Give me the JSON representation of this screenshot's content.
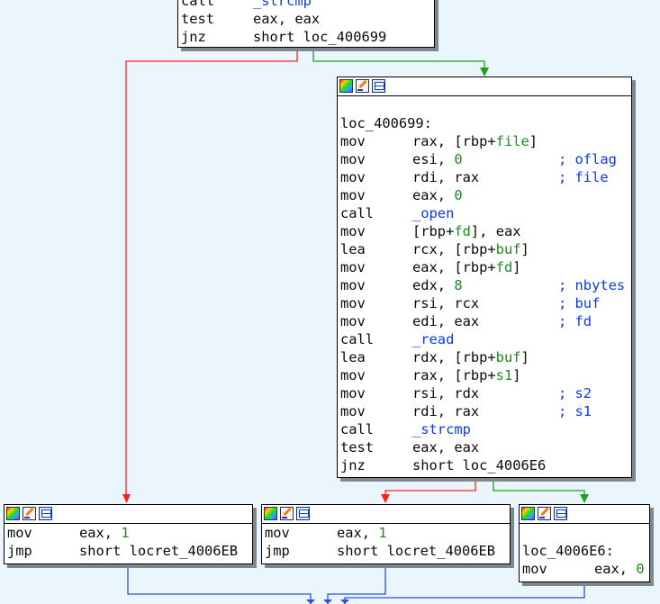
{
  "colors": {
    "background": "#eaf6fb",
    "edge_false": "#ff2020",
    "edge_true": "#1ea21e",
    "edge_normal": "#2a52d8",
    "name_green": "#1f8a1f",
    "name_blue": "#0b3be0"
  },
  "header_icons": [
    "color-palette-icon",
    "rename-icon",
    "graph-overview-icon"
  ],
  "blocks": {
    "top": {
      "lines": [
        {
          "mnemonic": "call",
          "ops": [
            {
              "t": "_strcmp",
              "k": "fn"
            }
          ]
        },
        {
          "mnemonic": "test",
          "ops": [
            {
              "t": "eax, eax",
              "k": "plain"
            }
          ]
        },
        {
          "mnemonic": "jnz",
          "ops": [
            {
              "t": "short loc_400699",
              "k": "plain"
            }
          ]
        }
      ]
    },
    "mid": {
      "label": "loc_400699:",
      "lines": [
        {
          "mnemonic": "mov",
          "ops": [
            {
              "t": "rax, [rbp+",
              "k": "plain"
            },
            {
              "t": "file",
              "k": "var"
            },
            {
              "t": "]",
              "k": "plain"
            }
          ]
        },
        {
          "mnemonic": "mov",
          "ops": [
            {
              "t": "esi, ",
              "k": "plain"
            },
            {
              "t": "0",
              "k": "num"
            }
          ],
          "comment": "; oflag"
        },
        {
          "mnemonic": "mov",
          "ops": [
            {
              "t": "rdi, rax",
              "k": "plain"
            }
          ],
          "comment": "; file"
        },
        {
          "mnemonic": "mov",
          "ops": [
            {
              "t": "eax, ",
              "k": "plain"
            },
            {
              "t": "0",
              "k": "num"
            }
          ]
        },
        {
          "mnemonic": "call",
          "ops": [
            {
              "t": "_open",
              "k": "fn"
            }
          ]
        },
        {
          "mnemonic": "mov",
          "ops": [
            {
              "t": "[rbp+",
              "k": "plain"
            },
            {
              "t": "fd",
              "k": "var"
            },
            {
              "t": "], eax",
              "k": "plain"
            }
          ]
        },
        {
          "mnemonic": "lea",
          "ops": [
            {
              "t": "rcx, [rbp+",
              "k": "plain"
            },
            {
              "t": "buf",
              "k": "var"
            },
            {
              "t": "]",
              "k": "plain"
            }
          ]
        },
        {
          "mnemonic": "mov",
          "ops": [
            {
              "t": "eax, [rbp+",
              "k": "plain"
            },
            {
              "t": "fd",
              "k": "var"
            },
            {
              "t": "]",
              "k": "plain"
            }
          ]
        },
        {
          "mnemonic": "mov",
          "ops": [
            {
              "t": "edx, ",
              "k": "plain"
            },
            {
              "t": "8",
              "k": "num"
            }
          ],
          "comment": "; nbytes"
        },
        {
          "mnemonic": "mov",
          "ops": [
            {
              "t": "rsi, rcx",
              "k": "plain"
            }
          ],
          "comment": "; buf"
        },
        {
          "mnemonic": "mov",
          "ops": [
            {
              "t": "edi, eax",
              "k": "plain"
            }
          ],
          "comment": "; fd"
        },
        {
          "mnemonic": "call",
          "ops": [
            {
              "t": "_read",
              "k": "fn"
            }
          ]
        },
        {
          "mnemonic": "lea",
          "ops": [
            {
              "t": "rdx, [rbp+",
              "k": "plain"
            },
            {
              "t": "buf",
              "k": "var"
            },
            {
              "t": "]",
              "k": "plain"
            }
          ]
        },
        {
          "mnemonic": "mov",
          "ops": [
            {
              "t": "rax, [rbp+",
              "k": "plain"
            },
            {
              "t": "s1",
              "k": "var"
            },
            {
              "t": "]",
              "k": "plain"
            }
          ]
        },
        {
          "mnemonic": "mov",
          "ops": [
            {
              "t": "rsi, rdx",
              "k": "plain"
            }
          ],
          "comment": "; s2"
        },
        {
          "mnemonic": "mov",
          "ops": [
            {
              "t": "rdi, rax",
              "k": "plain"
            }
          ],
          "comment": "; s1"
        },
        {
          "mnemonic": "call",
          "ops": [
            {
              "t": "_strcmp",
              "k": "fn"
            }
          ]
        },
        {
          "mnemonic": "test",
          "ops": [
            {
              "t": "eax, eax",
              "k": "plain"
            }
          ]
        },
        {
          "mnemonic": "jnz",
          "ops": [
            {
              "t": "short loc_4006E6",
              "k": "plain"
            }
          ]
        }
      ]
    },
    "bottom_left": {
      "lines": [
        {
          "mnemonic": "mov",
          "ops": [
            {
              "t": "eax, ",
              "k": "plain"
            },
            {
              "t": "1",
              "k": "num"
            }
          ]
        },
        {
          "mnemonic": "jmp",
          "ops": [
            {
              "t": "short locret_4006EB",
              "k": "plain"
            }
          ]
        }
      ]
    },
    "bottom_mid": {
      "lines": [
        {
          "mnemonic": "mov",
          "ops": [
            {
              "t": "eax, ",
              "k": "plain"
            },
            {
              "t": "1",
              "k": "num"
            }
          ]
        },
        {
          "mnemonic": "jmp",
          "ops": [
            {
              "t": "short locret_4006EB",
              "k": "plain"
            }
          ]
        }
      ]
    },
    "bottom_right": {
      "label": "loc_4006E6:",
      "lines": [
        {
          "mnemonic": "mov",
          "ops": [
            {
              "t": "eax, ",
              "k": "plain"
            },
            {
              "t": "0",
              "k": "num"
            }
          ]
        }
      ]
    }
  }
}
